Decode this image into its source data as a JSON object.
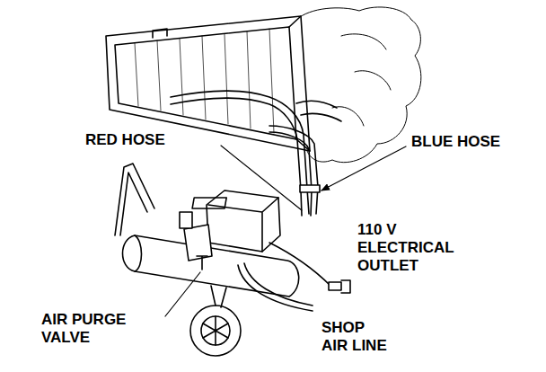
{
  "diagram": {
    "labels": [
      "RED HOSE",
      "BLUE HOSE",
      "110 V ELECTRICAL OUTLET",
      "AIR PURGE VALVE",
      "SHOP AIR LINE"
    ]
  }
}
